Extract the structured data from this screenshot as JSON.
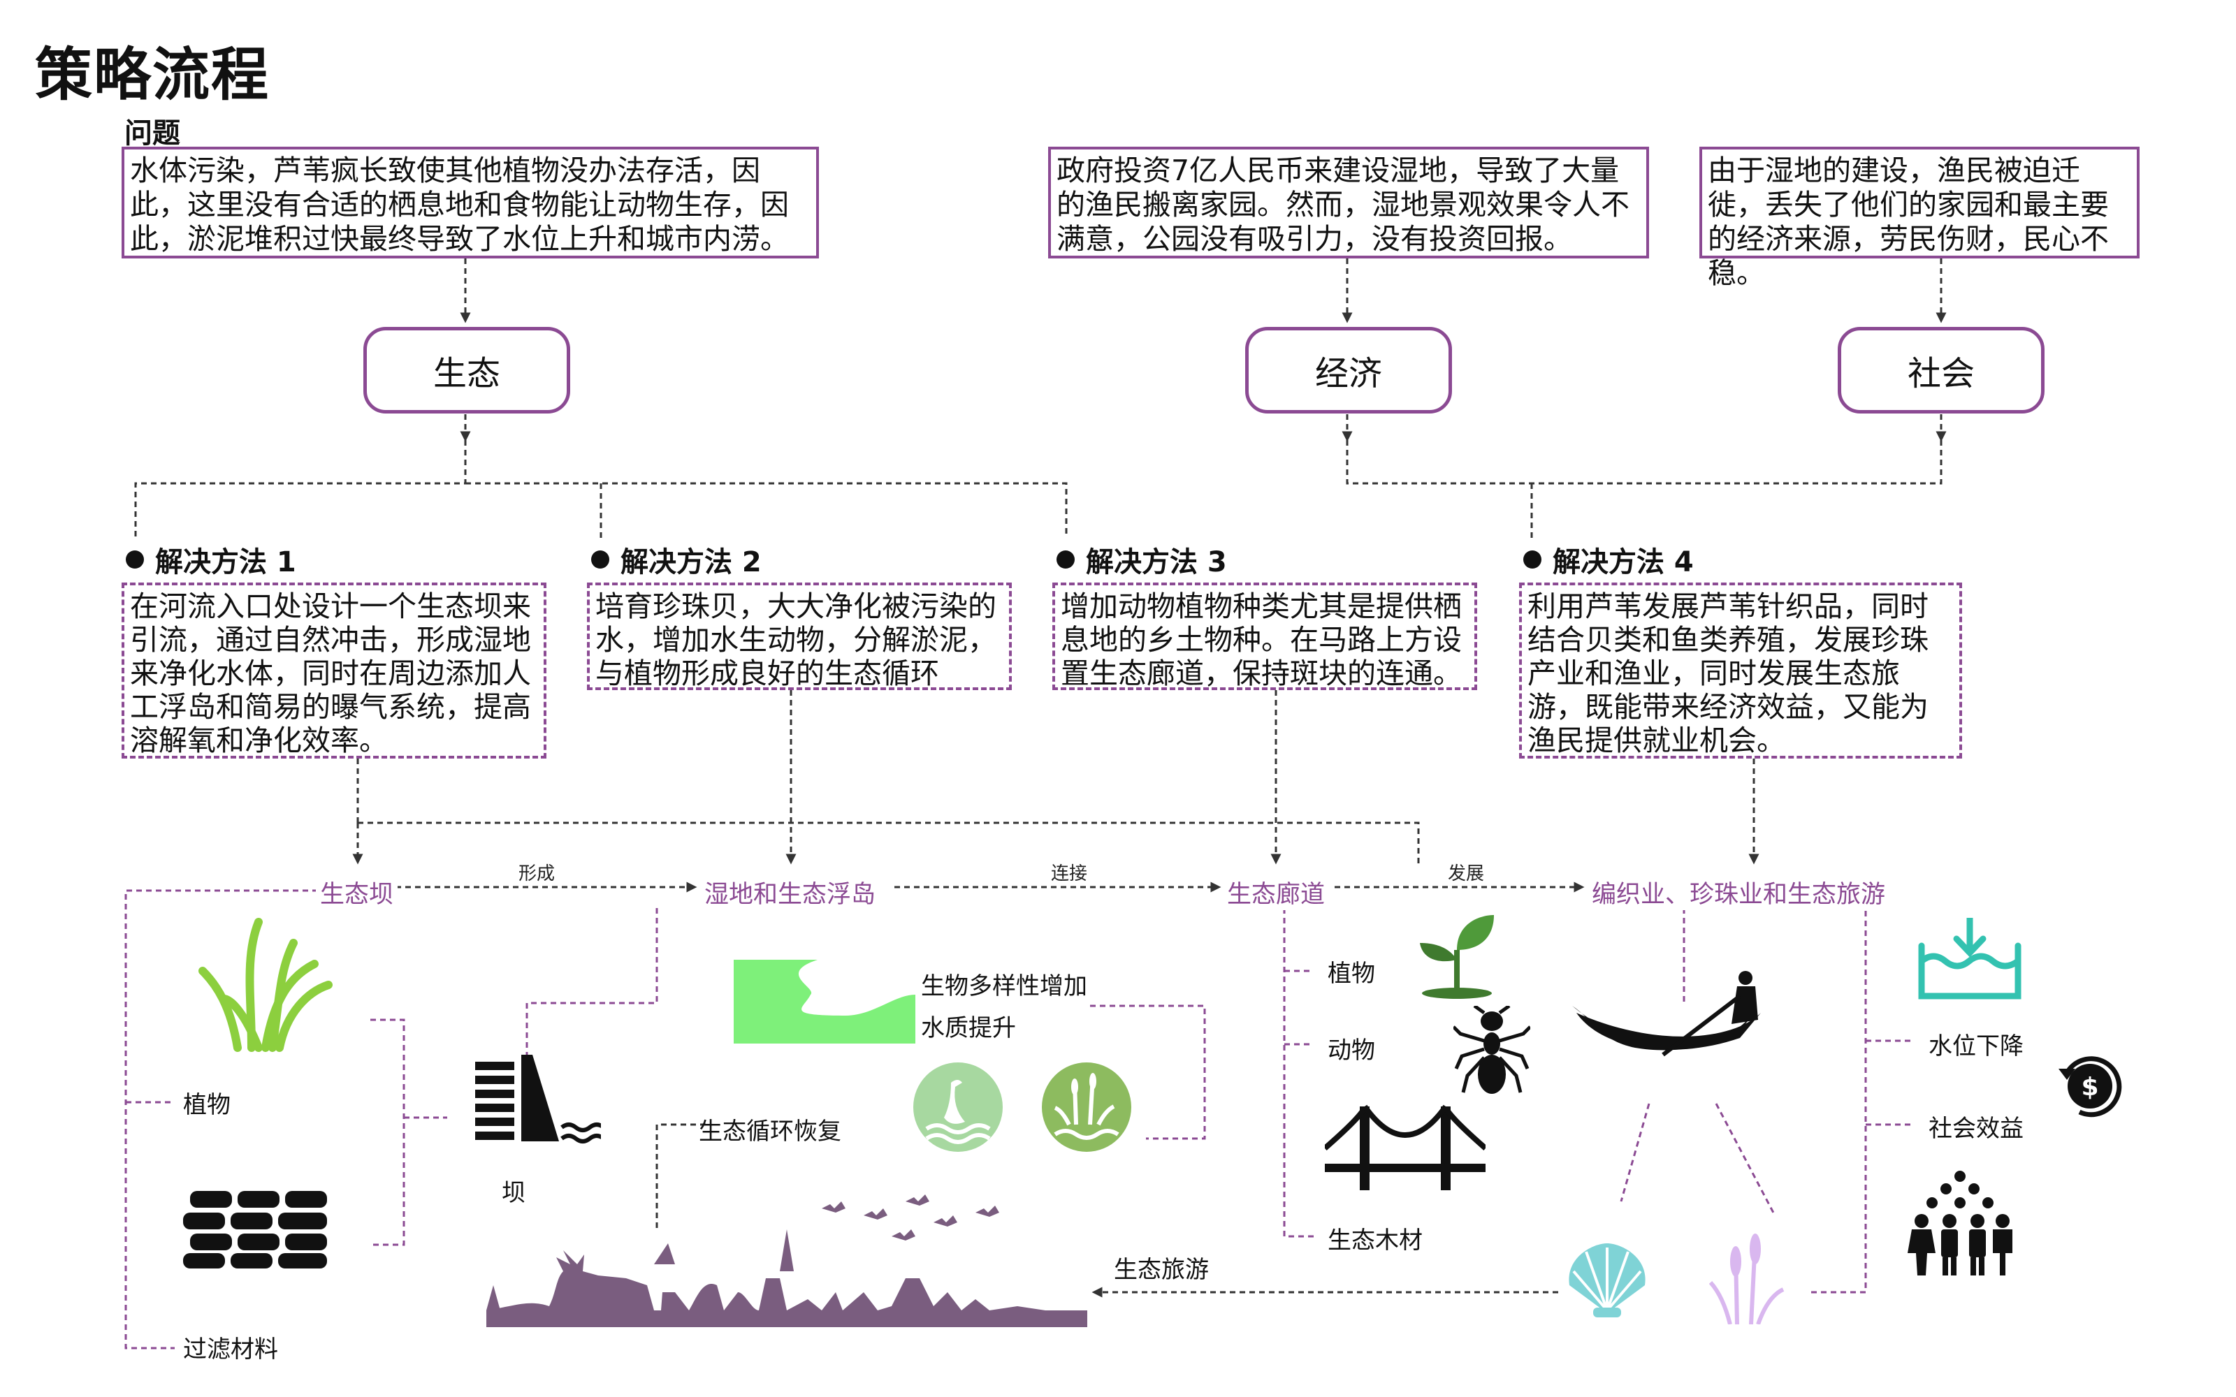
{
  "title": "策略流程",
  "problem_label": "问题",
  "problems": [
    "水体污染，芦苇疯长致使其他植物没办法存活，因此，这里没有合适的栖息地和食物能让动物生存，因此，淤泥堆积过快最终导致了水位上升和城市内涝。",
    "政府投资7亿人民币来建设湿地，导致了大量的渔民搬离家园。然而，湿地景观效果令人不满意，公园没有吸引力，没有投资回报。",
    "由于湿地的建设，渔民被迫迁徙，丢失了他们的家园和最主要的经济来源，劳民伤财，民心不稳。"
  ],
  "categories": [
    "生态",
    "经济",
    "社会"
  ],
  "solutions": [
    {
      "title": "解决方法 1",
      "text": "在河流入口处设计一个生态坝来引流，通过自然冲击，形成湿地来净化水体，同时在周边添加人工浮岛和简易的曝气系统，提高溶解氧和净化效率。"
    },
    {
      "title": "解决方法 2",
      "text": "培育珍珠贝，大大净化被污染的水，增加水生动物，分解淤泥，与植物形成良好的生态循环"
    },
    {
      "title": "解决方法 3",
      "text": "增加动物植物种类尤其是提供栖息地的乡土物种。在马路上方设置生态廊道，保持斑块的连通。"
    },
    {
      "title": "解决方法 4",
      "text": "利用芦苇发展芦苇针织品，同时结合贝类和鱼类养殖，发展珍珠产业和渔业，同时发展生态旅游，既能带来经济效益，又能为渔民提供就业机会。"
    }
  ],
  "outcomes": [
    "生态坝",
    "湿地和生态浮岛",
    "生态廊道",
    "编织业、珍珠业和生态旅游"
  ],
  "links": [
    "形成",
    "连接",
    "发展"
  ],
  "labels": {
    "plants": "植物",
    "filter": "过滤材料",
    "dam": "坝",
    "biodiversity": "生物多样性增加",
    "water_quality": "水质提升",
    "eco_cycle": "生态循环恢复",
    "corridor_plants": "植物",
    "corridor_animals": "动物",
    "eco_wood": "生态木材",
    "eco_tourism": "生态旅游",
    "water_drop": "水位下降",
    "social_benefit": "社会效益"
  },
  "icons": [
    "grass-icon",
    "stone-wall-icon",
    "dam-icon",
    "island-icon",
    "heron-icon",
    "reed-icon",
    "sprout-icon",
    "ant-icon",
    "bridge-icon",
    "fisherman-boat-icon",
    "shell-icon",
    "purple-reed-icon",
    "water-level-icon",
    "money-cycle-icon",
    "people-icon",
    "wildlife-silhouette-icon"
  ],
  "colors": {
    "accent": "#8b4a93",
    "green": "#7be07a",
    "teal": "#33c2b0"
  }
}
